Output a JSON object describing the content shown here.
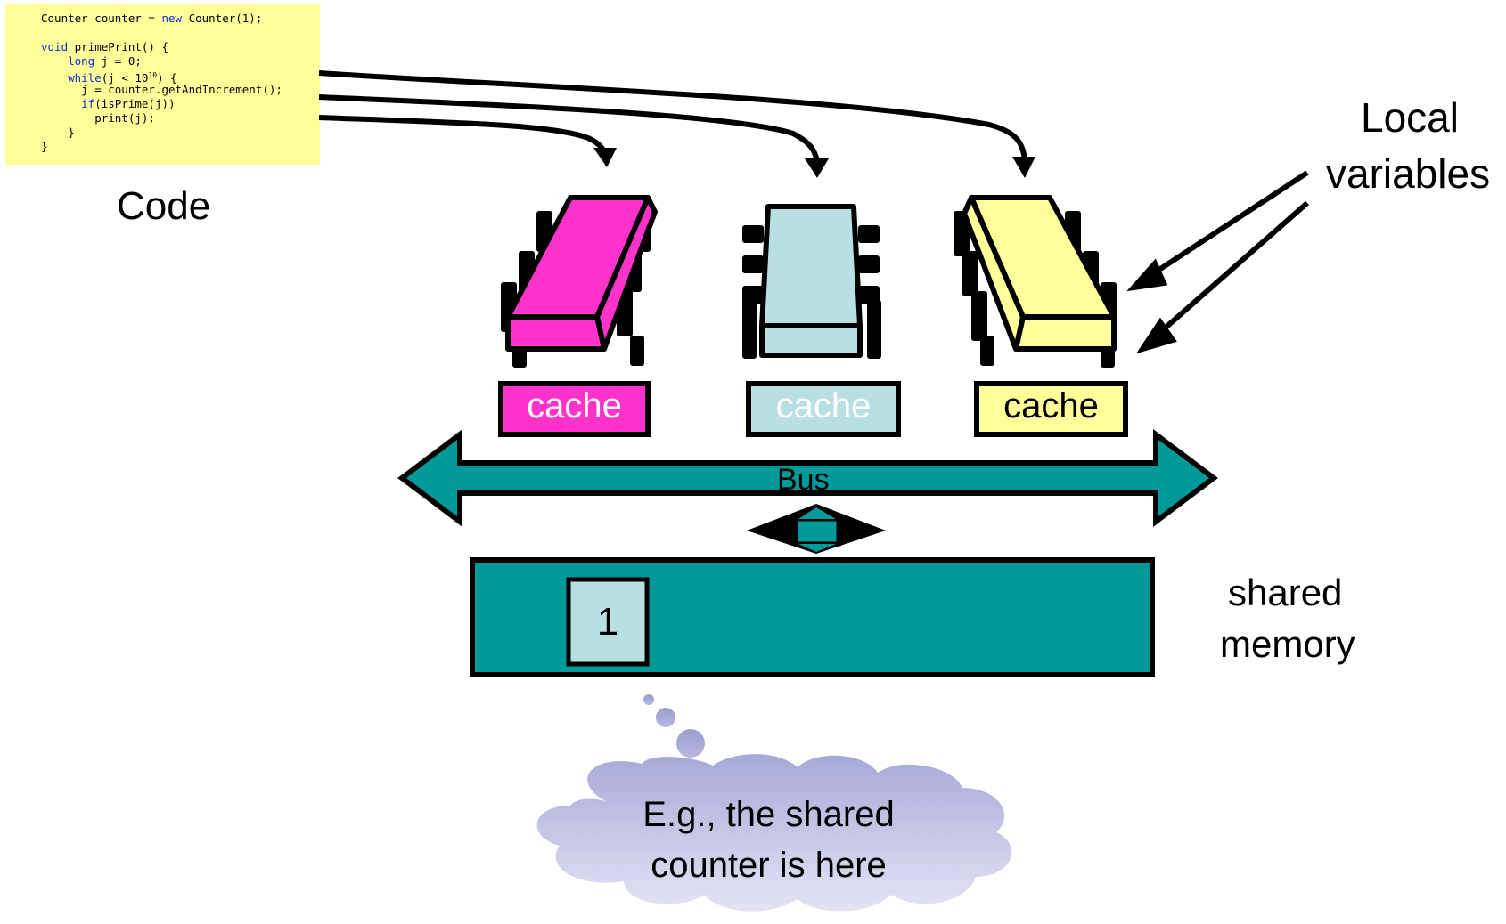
{
  "code": {
    "lines": [
      [
        "Counter counter = ",
        {
          "kw": "new"
        },
        " Counter(1);"
      ],
      [
        ""
      ],
      [
        {
          "kw": "void"
        },
        " primePrint() {"
      ],
      [
        "    ",
        {
          "kw": "long"
        },
        " j = 0;"
      ],
      [
        "    ",
        {
          "kw": "while"
        },
        "(j < 10",
        {
          "sup": "10"
        },
        ") {"
      ],
      [
        "      j = counter.getAndIncrement();"
      ],
      [
        "      ",
        {
          "kw": "if"
        },
        "(isPrime(j))"
      ],
      [
        "        print(j);"
      ],
      [
        "    }"
      ],
      [
        "}"
      ]
    ]
  },
  "labels": {
    "code": "Code",
    "local_line1": "Local",
    "local_line2": "variables",
    "shared_line1": "shared",
    "shared_line2": "memory",
    "bus": "Bus",
    "memory_value": "1",
    "thought_line1": "E.g., the shared",
    "thought_line2": "counter is here"
  },
  "processors": [
    {
      "name": "processor-1",
      "cache_label": "cache",
      "color": "#ff33cc",
      "text_color": "#ffffff"
    },
    {
      "name": "processor-2",
      "cache_label": "cache",
      "color": "#b8dfe2",
      "text_color": "#ffffff"
    },
    {
      "name": "processor-3",
      "cache_label": "cache",
      "color": "#ffff99",
      "text_color": "#000000"
    }
  ],
  "colors": {
    "code_bg": "#ffff99",
    "keyword": "#1030d0",
    "bus": "#009999",
    "memory": "#009999",
    "memory_cell": "#b8dfe2",
    "thought": "#b8b8e0"
  }
}
